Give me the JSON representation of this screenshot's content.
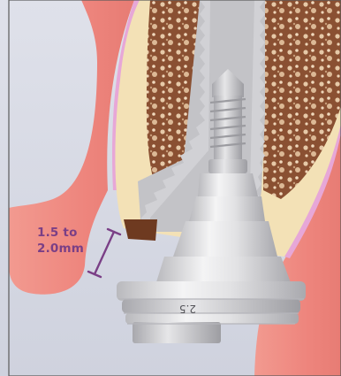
{
  "measurement": {
    "line1": "1.5 to",
    "line2": "2.0mm"
  },
  "abutment_marking": "2.5",
  "colors": {
    "accent": "#7a3f86",
    "gum": "#ef8c85",
    "bone_cortex": "#f3e1b6",
    "bone_spongy": "#8a5032",
    "implant": "#dcdcdc",
    "background": "#d6d8e3"
  }
}
